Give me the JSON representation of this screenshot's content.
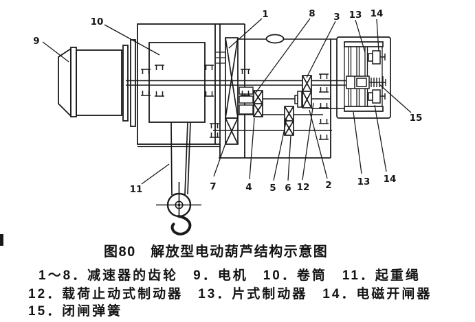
{
  "colors": {
    "ink": "#1a1a1a",
    "paper": "#ffffff"
  },
  "figure": {
    "caption": "图80　解放型电动葫芦结构示意图",
    "legend_lines": [
      "1～8．减速器的齿轮　9．电机　10．卷筒　11．起重绳",
      "12．载荷止动式制动器　13．片式制动器　14．电磁开闸器",
      "15．闭闸弹簧"
    ],
    "labels": {
      "n1": "1",
      "n2": "2",
      "n3": "3",
      "n4": "4",
      "n5": "5",
      "n6": "6",
      "n7": "7",
      "n8": "8",
      "n9": "9",
      "n10": "10",
      "n11": "11",
      "n12": "12",
      "n13_top": "13",
      "n13_bottom": "13",
      "n14_top": "14",
      "n14_bottom": "14",
      "n15": "15"
    }
  }
}
